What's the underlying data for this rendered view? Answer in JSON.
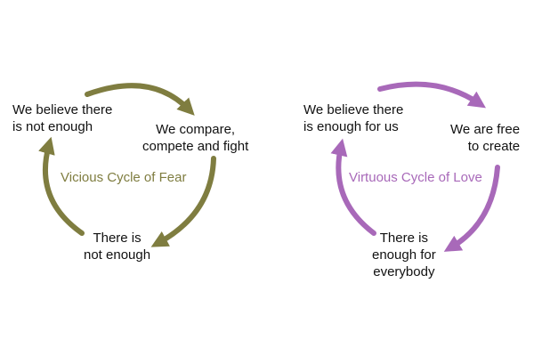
{
  "cycles": [
    {
      "title": "Vicious Cycle of Fear",
      "color": "#7f7d40",
      "nodes": {
        "top_left": [
          "We believe there",
          "is not enough"
        ],
        "right": [
          "We compare,",
          "compete and fight"
        ],
        "bottom": [
          "There is",
          "not enough"
        ]
      }
    },
    {
      "title": "Virtuous Cycle of Love",
      "color": "#a869b9",
      "nodes": {
        "top_left": [
          "We believe there",
          "is enough for us"
        ],
        "right": [
          "We are free",
          "to create"
        ],
        "bottom": [
          "There is",
          "enough for",
          "everybody"
        ]
      }
    }
  ]
}
